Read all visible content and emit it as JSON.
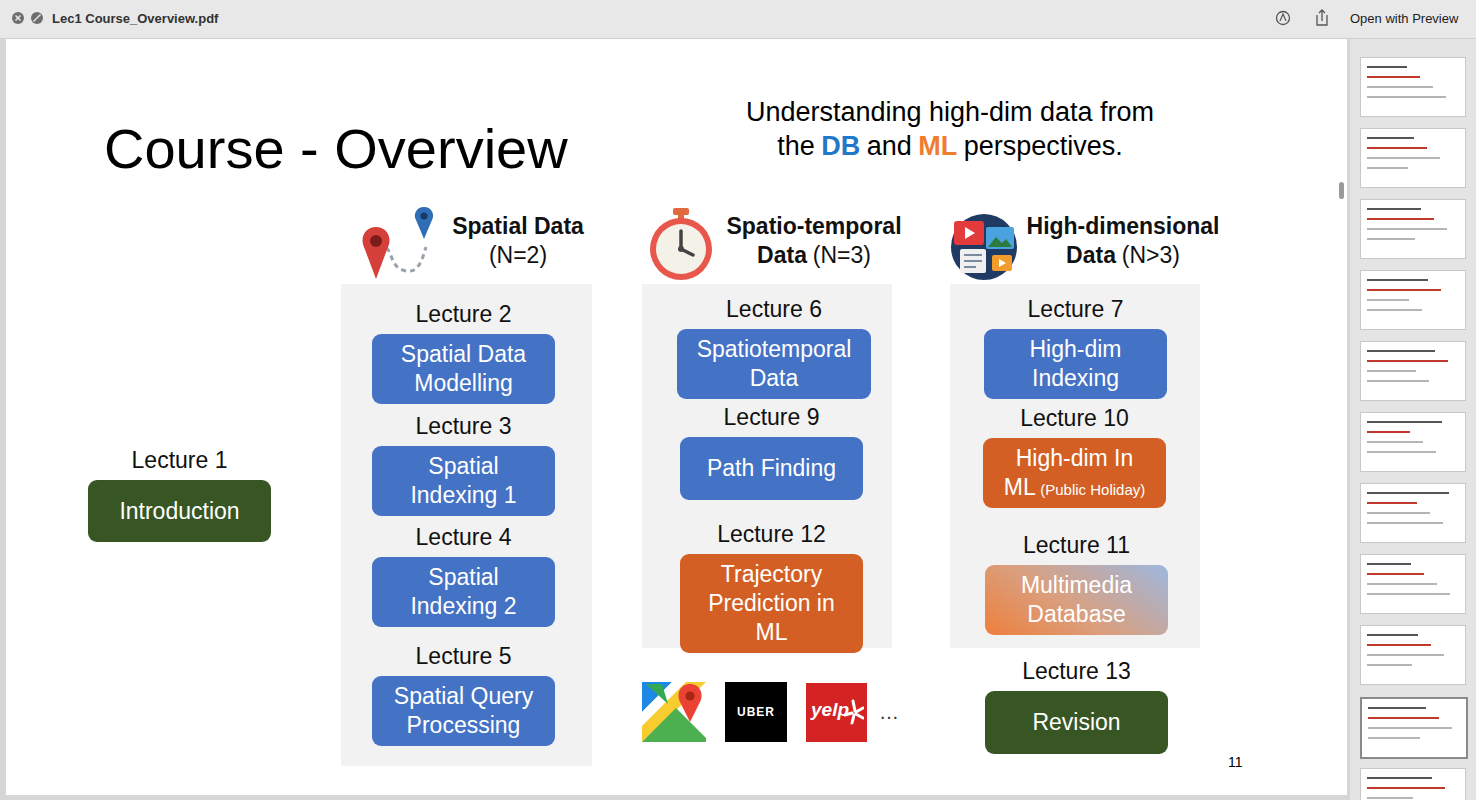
{
  "diagram": {
    "title": "Course - Overview",
    "nodes": [
      {
        "text": [
          "Lecture 1",
          "Introduction"
        ]
      },
      {
        "text": [
          "Spatial Data",
          "(N=2)"
        ]
      },
      {
        "text": [
          "Lecture 2",
          "Spatial Data Modelling"
        ],
        "in": 1
      },
      {
        "text": [
          "Lecture 3",
          "Spatial Indexing 1"
        ],
        "in": 1
      },
      {
        "text": [
          "Lecture 4",
          "Spatial Indexing 2"
        ],
        "in": 1
      },
      {
        "text": [
          "Lecture 5",
          "Spatial Query Processing"
        ],
        "in": 1
      },
      {
        "text": [
          "Spatio-temporal Data",
          "(N=3)"
        ]
      },
      {
        "text": [
          "Lecture 6",
          "Spatiotemporal Data"
        ],
        "in": 6
      },
      {
        "text": [
          "Lecture 9",
          "Path Finding"
        ],
        "in": 6
      },
      {
        "text": [
          "Lecture 12",
          "Trajectory Prediction in ML"
        ],
        "in": 6
      },
      {
        "text": [
          "High-dimensional Data",
          "(N>3)"
        ]
      },
      {
        "text": [
          "Lecture 7",
          "High-dim Indexing"
        ],
        "in": 10
      },
      {
        "text": [
          "Lecture 10",
          "High-dim In ML",
          "(Public Holiday)"
        ],
        "in": 10
      },
      {
        "text": [
          "Lecture 11",
          "Multimedia Database"
        ],
        "in": 10
      },
      {
        "text": [
          "Lecture 13",
          "Revision"
        ]
      }
    ],
    "labels": [
      "Lec1 Course_Overview.pdf",
      "Open with Preview",
      "Understanding high-dim data from",
      "the",
      "DB",
      "and",
      "ML",
      "perspectives.",
      "UBER",
      "yelp",
      "…",
      "11"
    ]
  }
}
